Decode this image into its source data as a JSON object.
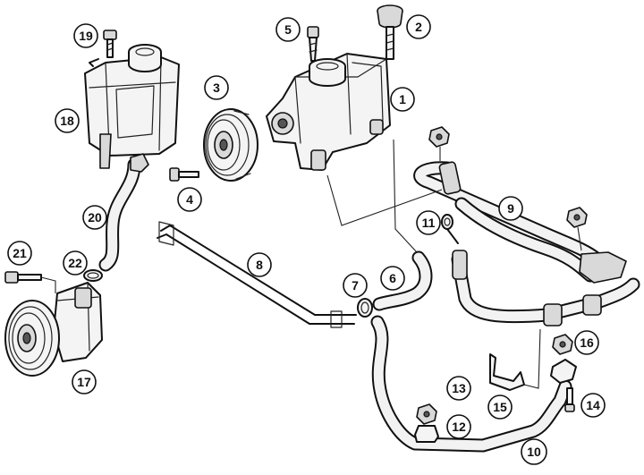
{
  "callouts": [
    {
      "id": "1",
      "label": "1"
    },
    {
      "id": "2",
      "label": "2"
    },
    {
      "id": "3",
      "label": "3"
    },
    {
      "id": "4",
      "label": "4"
    },
    {
      "id": "5",
      "label": "5"
    },
    {
      "id": "6",
      "label": "6"
    },
    {
      "id": "7",
      "label": "7"
    },
    {
      "id": "8",
      "label": "8"
    },
    {
      "id": "9",
      "label": "9"
    },
    {
      "id": "10",
      "label": "10"
    },
    {
      "id": "11",
      "label": "11"
    },
    {
      "id": "12",
      "label": "12"
    },
    {
      "id": "13",
      "label": "13"
    },
    {
      "id": "14",
      "label": "14"
    },
    {
      "id": "15",
      "label": "15"
    },
    {
      "id": "16",
      "label": "16"
    },
    {
      "id": "17",
      "label": "17"
    },
    {
      "id": "18",
      "label": "18"
    },
    {
      "id": "19",
      "label": "19"
    },
    {
      "id": "20",
      "label": "20"
    },
    {
      "id": "21",
      "label": "21"
    },
    {
      "id": "22",
      "label": "22"
    }
  ]
}
